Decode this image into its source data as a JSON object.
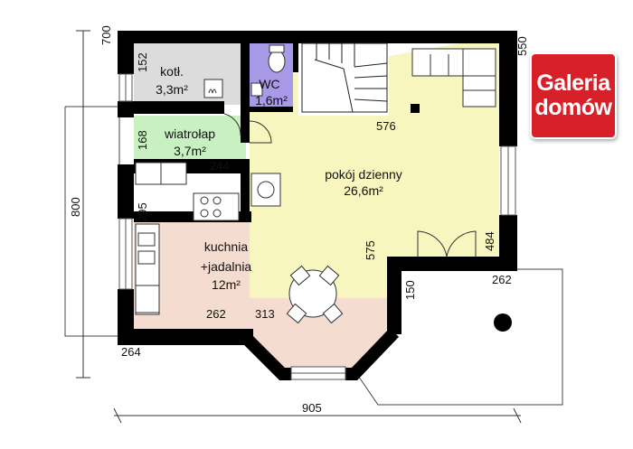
{
  "brand": {
    "line1": "Galeria",
    "line2": "domów",
    "color": "#d8202a"
  },
  "colors": {
    "living": "#f6f6be",
    "kitchen": "#f4dcd0",
    "boiler": "#dcdcdc",
    "wc": "#a89ae6",
    "vestibule": "#c8f0c0",
    "wall": "#000000"
  },
  "rooms": {
    "boiler": {
      "name": "kotł.",
      "area": "3,3m²"
    },
    "wc": {
      "name": "WC",
      "area": "1,6m²"
    },
    "vestibule": {
      "name": "wiatrołap",
      "area": "3,7m²"
    },
    "living": {
      "name": "pokój dzienny",
      "area": "26,6m²"
    },
    "kitchen": {
      "name": "kuchnia",
      "name2": "+jadalnia",
      "area": "12m²"
    }
  },
  "dimensions": {
    "d700": "700",
    "d152": "152",
    "d168": "168",
    "d244": "244",
    "d295": "295",
    "d800": "800",
    "d576": "576",
    "d550": "550",
    "d575": "575",
    "d484": "484",
    "d262_right": "262",
    "d150": "150",
    "d262_kitchen": "262",
    "d313": "313",
    "d264": "264",
    "d905": "905"
  }
}
